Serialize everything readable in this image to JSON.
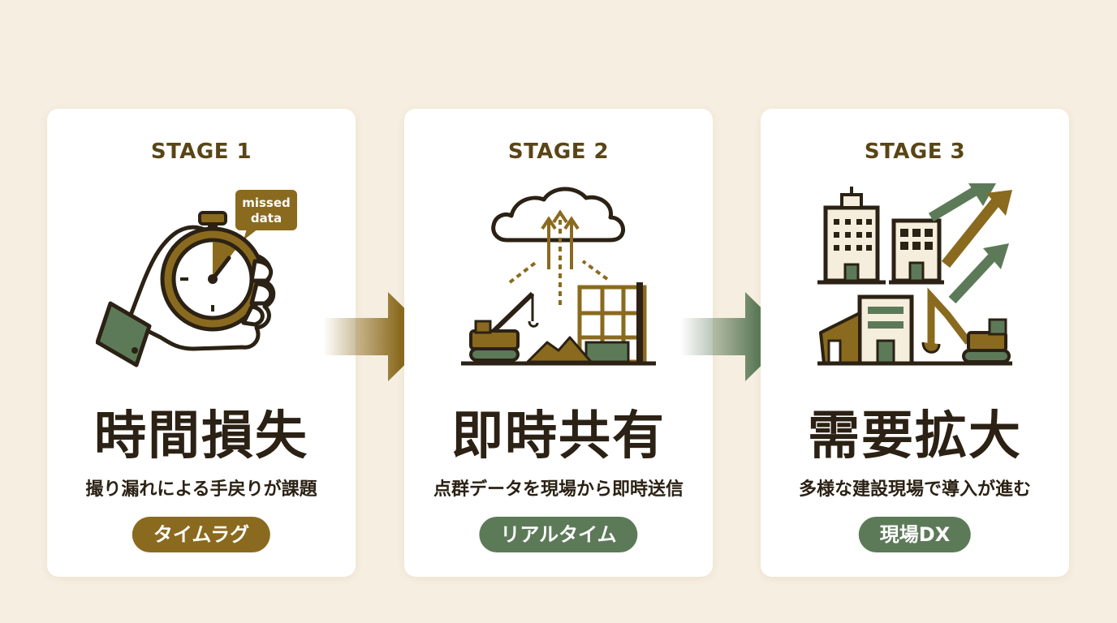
{
  "colors": {
    "background": "#f6eee0",
    "card": "#ffffff",
    "gold": "#8a6a1e",
    "green": "#5c7a58",
    "dark": "#2b2114",
    "stage_text": "#5a4516"
  },
  "stages": [
    {
      "label": "STAGE 1",
      "title": "時間損失",
      "subtitle": "撮り漏れによる手戻りが課題",
      "badge": "タイムラグ",
      "badge_color": "gold",
      "icon": "hand-stopwatch-icon",
      "bubble_text": [
        "missed",
        "data"
      ]
    },
    {
      "label": "STAGE 2",
      "title": "即時共有",
      "subtitle": "点群データを現場から即時送信",
      "badge": "リアルタイム",
      "badge_color": "green",
      "icon": "cloud-construction-icon"
    },
    {
      "label": "STAGE 3",
      "title": "需要拡大",
      "subtitle": "多様な建設現場で導入が進む",
      "badge": "現場DX",
      "badge_color": "green",
      "icon": "buildings-growth-icon"
    }
  ],
  "connectors": [
    {
      "icon": "arrow-right-icon",
      "color": "gold"
    },
    {
      "icon": "arrow-right-icon",
      "color": "green"
    }
  ]
}
